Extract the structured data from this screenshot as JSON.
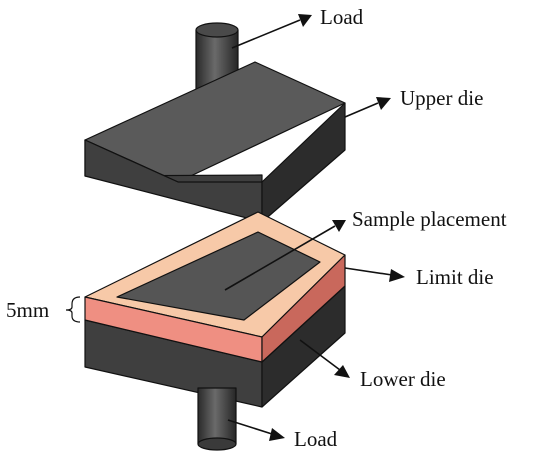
{
  "labels": {
    "load_top": "Load",
    "upper_die": "Upper die",
    "sample_placement": "Sample placement",
    "limit_die": "Limit die",
    "thickness": "5mm",
    "lower_die": "Lower die",
    "load_bottom": "Load"
  },
  "colors": {
    "die_top": "#5a5a5a",
    "die_front": "#3f3f3f",
    "die_side": "#2c2c2c",
    "limit_frame_top": "#f7c9a8",
    "limit_frame_front": "#ef8f82",
    "limit_frame_side": "#c9685c",
    "cavity_floor": "#555555",
    "rod": "#3a3a3a"
  }
}
